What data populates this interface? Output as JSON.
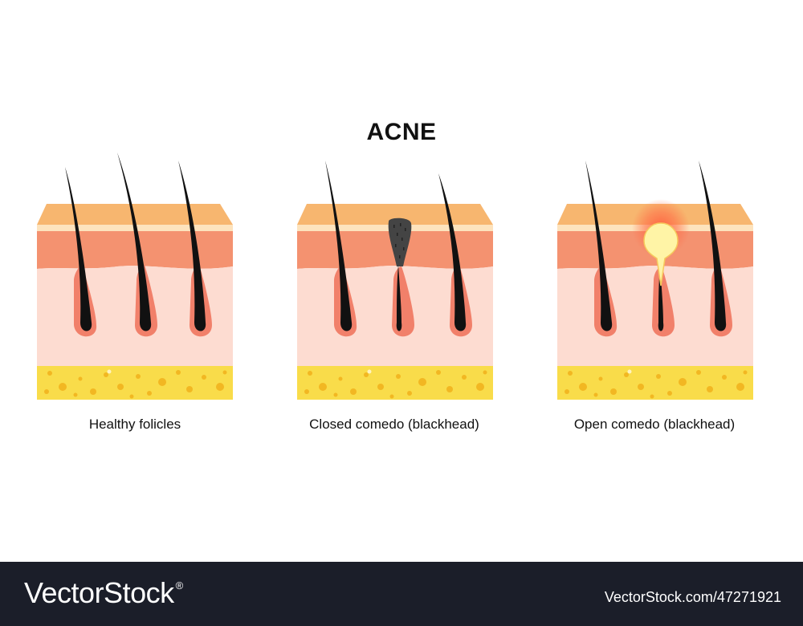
{
  "title": "ACNE",
  "panels": [
    {
      "caption": "Healthy folicles"
    },
    {
      "caption": "Closed comedo (blackhead)"
    },
    {
      "caption": "Open comedo (blackhead)"
    }
  ],
  "footer": {
    "brand": "VectorStock",
    "registered": "®",
    "image_id": "VectorStock.com/47271921"
  },
  "colors": {
    "epidermis_top": "#f7b66f",
    "epidermis_rim": "#fde3bd",
    "dermis_upper": "#f49270",
    "dermis": "#fddcd1",
    "fat": "#f9dc4a",
    "fat_dots": "#f2b722",
    "hair": "#111111",
    "sheath": "#f1806a",
    "plug": "#444444",
    "pus": "#fff4a6",
    "inflammation": "#ff5a3c",
    "footer_bg": "#1b1e29"
  }
}
